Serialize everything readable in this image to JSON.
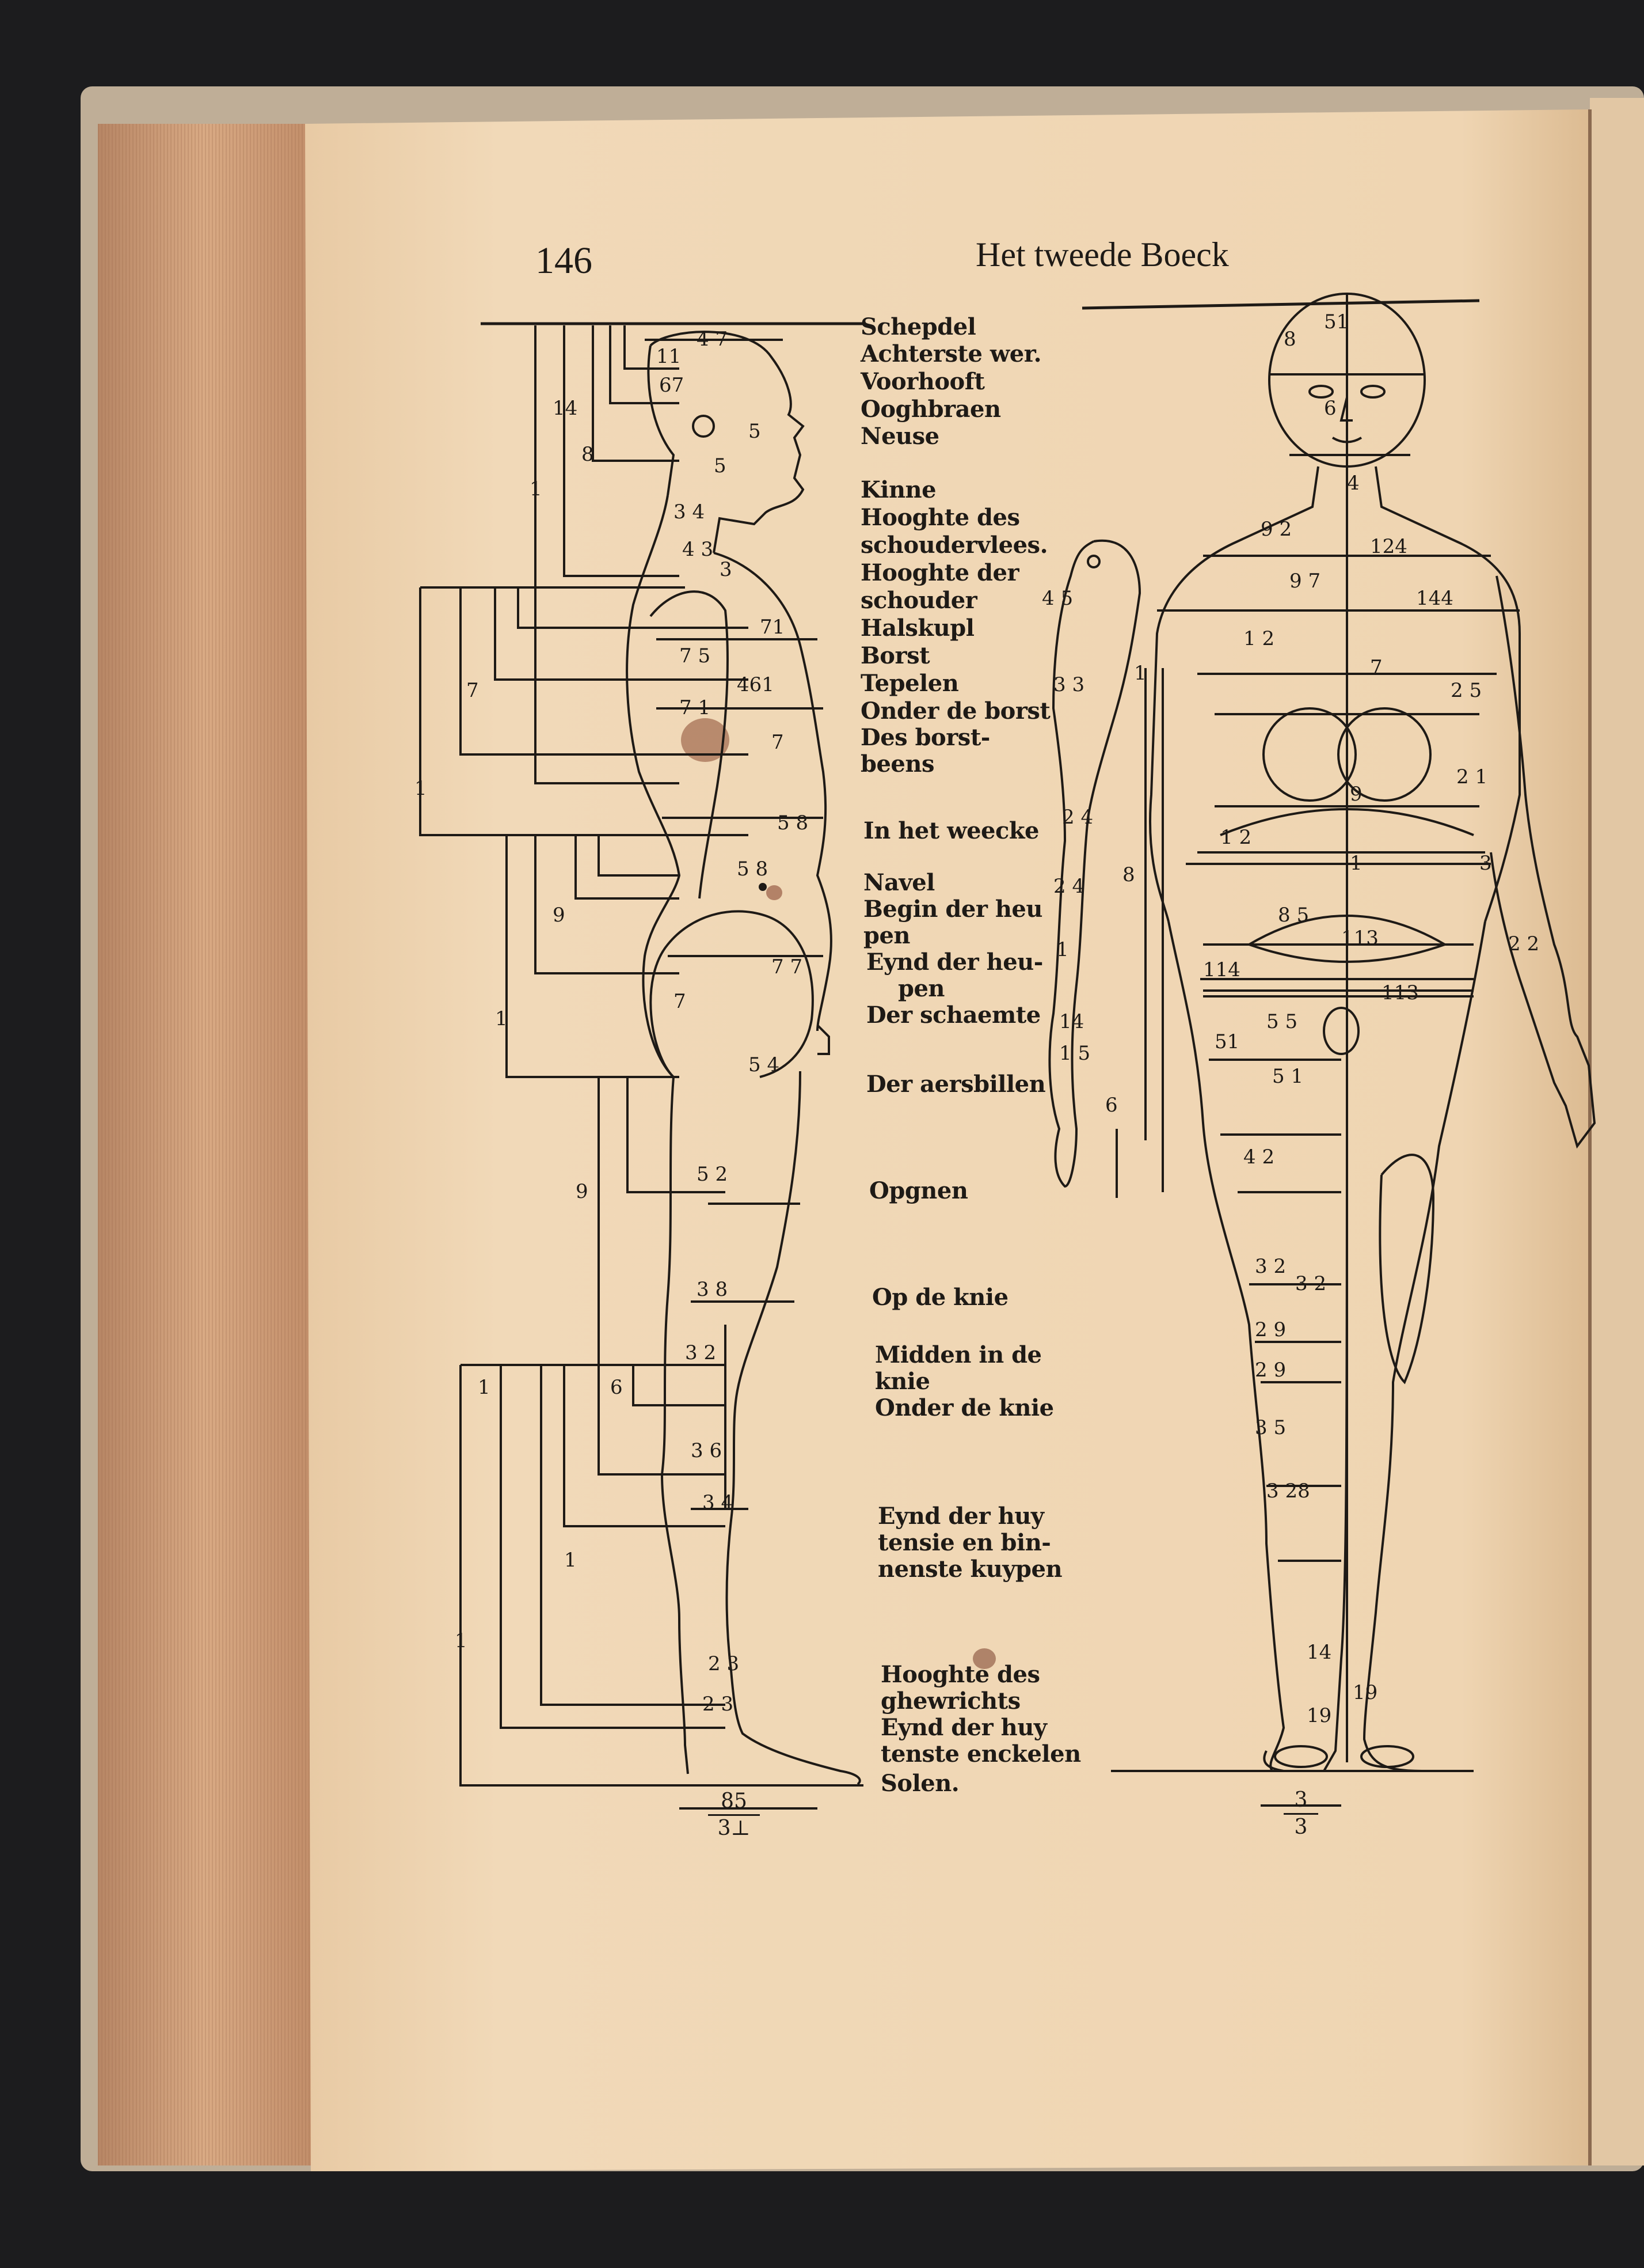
{
  "header": {
    "page_number": "146",
    "running_head": "Het tweede Boeck"
  },
  "labels": [
    {
      "id": "l1",
      "text": "Schepdel"
    },
    {
      "id": "l2",
      "text": "Achterste wer."
    },
    {
      "id": "l3",
      "text": "Voorhooft"
    },
    {
      "id": "l4",
      "text": "Ooghbraen"
    },
    {
      "id": "l5",
      "text": "Neuse"
    },
    {
      "id": "l6",
      "text": "Kinne"
    },
    {
      "id": "l7",
      "text": "Hooghte des"
    },
    {
      "id": "l8",
      "text": "schoudervlees."
    },
    {
      "id": "l9",
      "text": "Hooghte der"
    },
    {
      "id": "l10",
      "text": "schouder"
    },
    {
      "id": "l11",
      "text": "Halskupl"
    },
    {
      "id": "l12",
      "text": "Borst"
    },
    {
      "id": "l13",
      "text": "Tepelen"
    },
    {
      "id": "l14",
      "text": "Onder de borst"
    },
    {
      "id": "l15",
      "text": "Des borst-"
    },
    {
      "id": "l16",
      "text": "beens"
    },
    {
      "id": "l17",
      "text": "In het weecke"
    },
    {
      "id": "l18",
      "text": "Navel"
    },
    {
      "id": "l19",
      "text": "Begin der heu"
    },
    {
      "id": "l20",
      "text": "pen"
    },
    {
      "id": "l21",
      "text": "Eynd der heu-"
    },
    {
      "id": "l22",
      "text": "pen"
    },
    {
      "id": "l23",
      "text": "Der schaemte"
    },
    {
      "id": "l24",
      "text": "Der aersbillen"
    },
    {
      "id": "l25",
      "text": "Opgnen"
    },
    {
      "id": "l26",
      "text": "Op de knie"
    },
    {
      "id": "l27",
      "text": "Midden in de"
    },
    {
      "id": "l28",
      "text": "knie"
    },
    {
      "id": "l29",
      "text": "Onder de knie"
    },
    {
      "id": "l30",
      "text": "Eynd der huy"
    },
    {
      "id": "l31",
      "text": "tensie en bin-"
    },
    {
      "id": "l32",
      "text": "nenste kuypen"
    },
    {
      "id": "l33",
      "text": "Hooghte des"
    },
    {
      "id": "l34",
      "text": "ghewrichts"
    },
    {
      "id": "l35",
      "text": "Eynd der huy"
    },
    {
      "id": "l36",
      "text": "tenste enckelen"
    },
    {
      "id": "l37",
      "text": "Solen."
    }
  ],
  "bottom_measures": {
    "left_numerator": "85",
    "left_denominator": "3⊥",
    "right_numerator": "3",
    "right_denominator": "3"
  },
  "colors": {
    "paper": "#efd6b4",
    "ink": "#1e1a16",
    "page_edge": "#c89a74",
    "background": "#1c1c1e"
  }
}
